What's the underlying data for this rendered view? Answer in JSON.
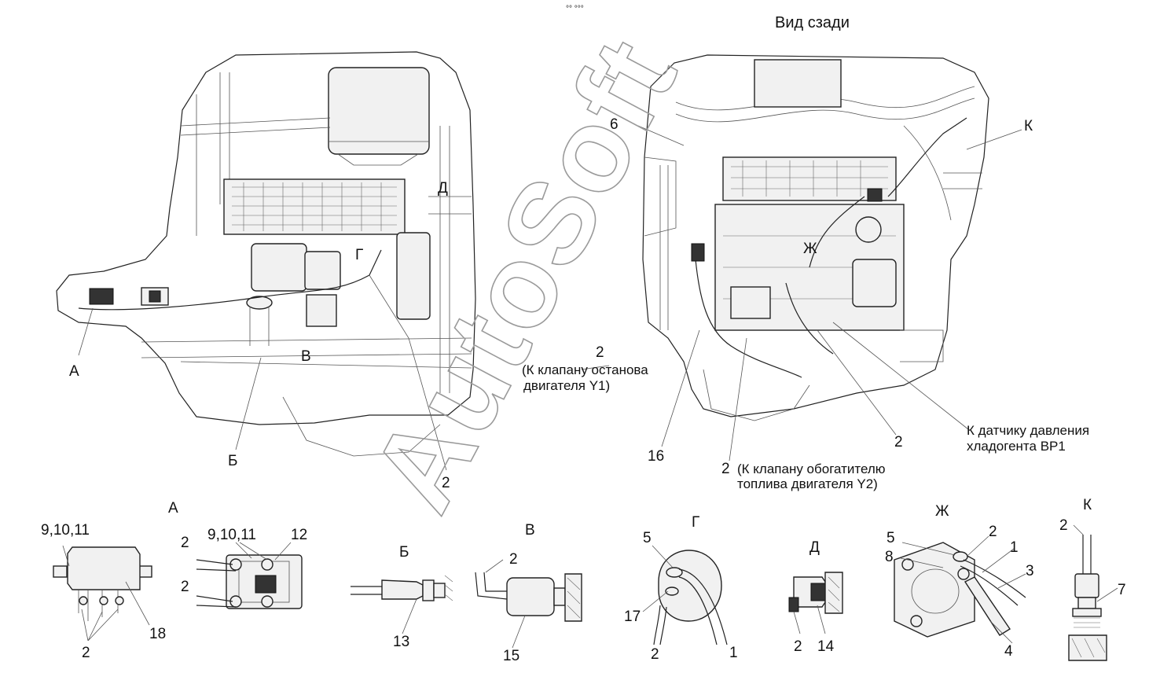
{
  "header": {
    "rear_view_title": "Вид сзади",
    "top_marks": "°° °°°"
  },
  "watermark": "AutoSoft",
  "front_view": {
    "callouts": {
      "A": "А",
      "B": "Б",
      "V": "В",
      "G": "Г",
      "D": "Д",
      "two": "2"
    },
    "note_line1": "(К клапану останова",
    "note_line2": "двигателя Y1)",
    "note_num": "2"
  },
  "rear_view": {
    "callouts": {
      "six": "6",
      "K": "К",
      "ZH": "Ж",
      "sixteen": "16",
      "two": "2"
    },
    "sensor_note_line1": "К датчику давления",
    "sensor_note_line2": "хладогента ВР1",
    "enricher_num": "2",
    "enricher_line1": "(К клапану обогатителю",
    "enricher_line2": "топлива двигателя Y2)"
  },
  "details": {
    "A": {
      "title": "А",
      "l1": "9,10,11",
      "l2": "2",
      "l3": "18",
      "l4": "2",
      "l5": "9,10,11",
      "l6": "12",
      "l7": "2"
    },
    "B": {
      "title": "Б",
      "l1": "13"
    },
    "V": {
      "title": "В",
      "l1": "2",
      "l2": "15"
    },
    "G": {
      "title": "Г",
      "l1": "5",
      "l2": "17",
      "l3": "2",
      "l4": "1"
    },
    "D": {
      "title": "Д",
      "l1": "2",
      "l2": "14"
    },
    "ZH": {
      "title": "Ж",
      "l1": "5",
      "l2": "2",
      "l3": "8",
      "l4": "1",
      "l5": "3",
      "l6": "4"
    },
    "K": {
      "title": "К",
      "l1": "2",
      "l2": "7"
    }
  }
}
